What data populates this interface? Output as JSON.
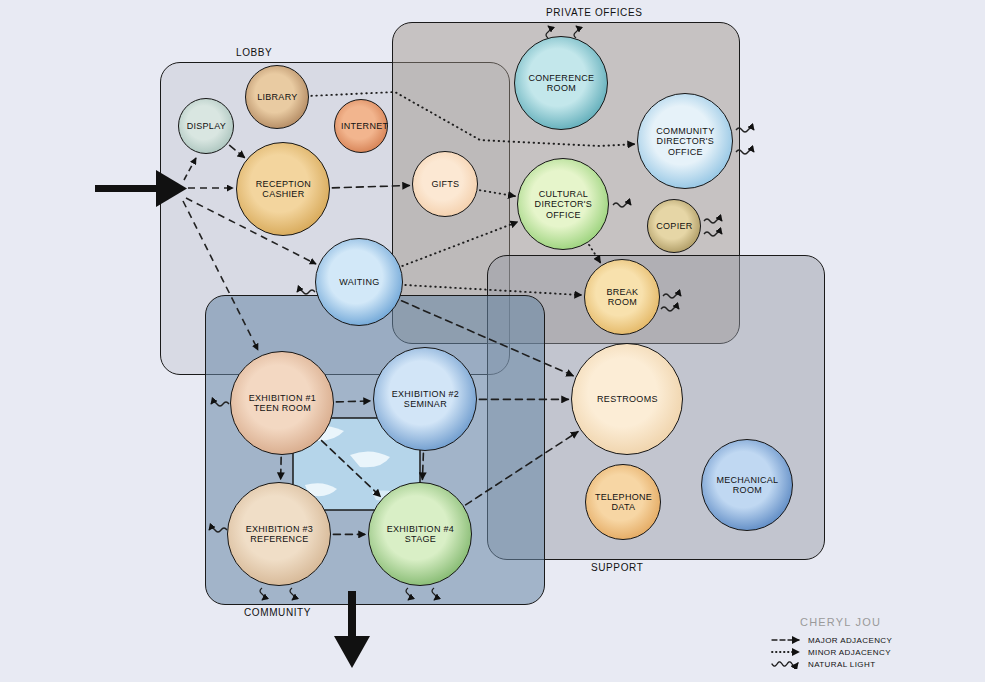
{
  "diagram": {
    "nodes": [
      {
        "text": [
          "LOBBY"
        ]
      },
      {
        "text": [
          "DISPLAY"
        ],
        "in": 0
      },
      {
        "text": [
          "LIBRARY"
        ],
        "in": 0
      },
      {
        "text": [
          "INTERNET"
        ],
        "in": 0
      },
      {
        "text": [
          "RECEPTION CASHIER"
        ],
        "in": 0
      },
      {
        "text": [
          "GIFTS"
        ],
        "in": 0
      },
      {
        "text": [
          "WAITING"
        ],
        "in": 0
      },
      {
        "text": [
          "PRIVATE OFFICES"
        ]
      },
      {
        "text": [
          "CONFERENCE ROOM"
        ],
        "in": 7
      },
      {
        "text": [
          "COMMUNITY DIRECTOR'S OFFICE"
        ],
        "in": 7
      },
      {
        "text": [
          "CULTURAL DIRECTOR'S OFFICE"
        ],
        "in": 7
      },
      {
        "text": [
          "COPIER"
        ],
        "in": 7
      },
      {
        "text": [
          "SUPPORT"
        ]
      },
      {
        "text": [
          "BREAK ROOM"
        ],
        "in": 12
      },
      {
        "text": [
          "RESTROOMS"
        ],
        "in": 12
      },
      {
        "text": [
          "TELEPHONE DATA"
        ],
        "in": 12
      },
      {
        "text": [
          "MECHANICAL ROOM"
        ],
        "in": 12
      },
      {
        "text": [
          "COMMUNITY"
        ]
      },
      {
        "text": [
          "EXHIBITION #1 TEEN ROOM"
        ],
        "in": 17
      },
      {
        "text": [
          "EXHIBITION #2 SEMINAR"
        ],
        "in": 17
      },
      {
        "text": [
          "EXHIBITION #3 REFERENCE"
        ],
        "in": 17
      },
      {
        "text": [
          "EXHIBITION #4 STAGE"
        ],
        "in": 17
      }
    ],
    "edges": [
      {
        "from": 1,
        "to": 4,
        "arrow": "to"
      },
      {
        "from": 4,
        "to": 5,
        "arrow": "to"
      },
      {
        "from": 2,
        "to": 9,
        "arrow": "to"
      },
      {
        "from": 5,
        "to": 10,
        "arrow": "to"
      },
      {
        "from": 6,
        "to": 10,
        "arrow": "to"
      },
      {
        "from": 10,
        "to": 13,
        "arrow": "to"
      },
      {
        "from": 6,
        "to": 13,
        "arrow": "to"
      },
      {
        "from": 6,
        "to": 14,
        "arrow": "to"
      },
      {
        "from": 18,
        "to": 19,
        "arrow": "to"
      },
      {
        "from": 18,
        "to": 20,
        "arrow": "to"
      },
      {
        "from": 19,
        "to": 21,
        "arrow": "to"
      },
      {
        "from": 20,
        "to": 21,
        "arrow": "to"
      },
      {
        "from": 18,
        "to": 21,
        "arrow": "to"
      },
      {
        "from": 19,
        "to": 14,
        "arrow": "to"
      },
      {
        "from": 21,
        "to": 14,
        "arrow": "to"
      }
    ],
    "labels": [
      "CHERYL JOU"
    ],
    "legend": [
      {
        "text": "MAJOR ADJACENCY"
      },
      {
        "text": "MINOR ADJACENCY"
      },
      {
        "text": "NATURAL LIGHT"
      }
    ]
  }
}
